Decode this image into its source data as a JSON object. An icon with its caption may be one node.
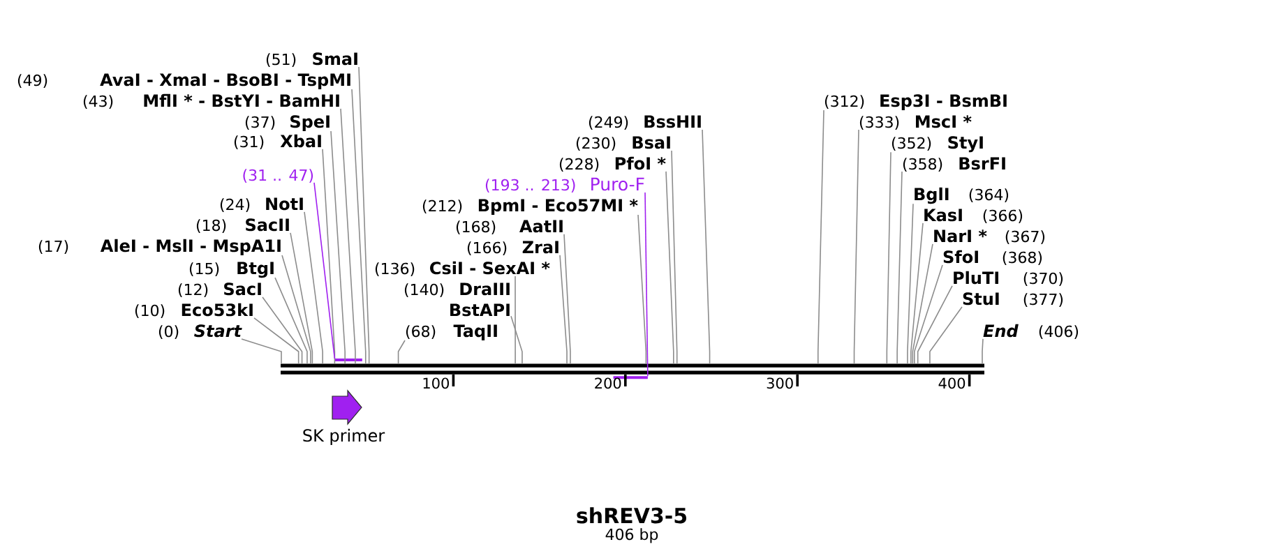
{
  "diagram": {
    "title": "shREV3-5",
    "caption": "406 bp",
    "nodes": [
      {
        "text": [
          "(51)",
          "SmaI"
        ]
      },
      {
        "text": [
          "(49)",
          "AvaI - XmaI - BsoBI - TspMI"
        ]
      },
      {
        "text": [
          "(43)",
          "MflI * - BstYI - BamHI"
        ]
      },
      {
        "text": [
          "(37)",
          "SpeI"
        ]
      },
      {
        "text": [
          "(31)",
          "XbaI"
        ]
      },
      {
        "text": [
          "(31 .. 47)"
        ]
      },
      {
        "text": [
          "(24)",
          "NotI"
        ]
      },
      {
        "text": [
          "(18)",
          "SacII"
        ]
      },
      {
        "text": [
          "(17)",
          "AleI - MslI - MspA1I"
        ]
      },
      {
        "text": [
          "(15)",
          "BtgI"
        ]
      },
      {
        "text": [
          "(12)",
          "SacI"
        ]
      },
      {
        "text": [
          "(10)",
          "Eco53kI"
        ]
      },
      {
        "text": [
          "(0)",
          "Start"
        ]
      },
      {
        "text": [
          "(136)",
          "CsiI - SexAI *"
        ]
      },
      {
        "text": [
          "(68)",
          "TaqII"
        ]
      },
      {
        "text": [
          "(140)",
          "DraIII",
          "BstAPI"
        ]
      },
      {
        "text": [
          "(193 .. 213)",
          "Puro-F"
        ]
      },
      {
        "text": [
          "(212)",
          "BpmI - Eco57MI *"
        ]
      },
      {
        "text": [
          "(168)",
          "AatII"
        ]
      },
      {
        "text": [
          "(166)",
          "ZraI"
        ]
      },
      {
        "text": [
          "(312)",
          "Esp3I - BsmBI"
        ]
      },
      {
        "text": [
          "(249)",
          "BssHII"
        ]
      },
      {
        "text": [
          "(230)",
          "BsaI"
        ]
      },
      {
        "text": [
          "(228)",
          "PfoI *"
        ]
      },
      {
        "text": [
          "(358)",
          "BsrFI"
        ]
      },
      {
        "text": [
          "(352)",
          "StyI"
        ]
      },
      {
        "text": [
          "(333)",
          "MscI *"
        ]
      },
      {
        "text": [
          "BglI",
          "(364)"
        ]
      },
      {
        "text": [
          "KasI",
          "(366)"
        ]
      },
      {
        "text": [
          "NarI *",
          "(367)"
        ]
      },
      {
        "text": [
          "SfoI",
          "(368)"
        ]
      },
      {
        "text": [
          "PluTI",
          "(370)"
        ]
      },
      {
        "text": [
          "StuI",
          "(377)"
        ]
      },
      {
        "text": [
          "End",
          "(406)"
        ]
      },
      {
        "text": [],
        "shape": "bar"
      },
      {
        "text": [],
        "shape": "bar"
      },
      {
        "text": [],
        "shape": "bar"
      },
      {
        "text": [
          "SK primer"
        ]
      }
    ],
    "edges": [
      {
        "from": 0,
        "to": 34,
        "arrow": "none"
      },
      {
        "from": 1,
        "to": 34,
        "arrow": "none"
      },
      {
        "from": 2,
        "to": 34,
        "arrow": "none"
      },
      {
        "from": 3,
        "to": 34,
        "arrow": "none"
      },
      {
        "from": 4,
        "to": 34,
        "arrow": "none"
      },
      {
        "from": 5,
        "to": 35,
        "arrow": "none",
        "color": "#a020f0"
      },
      {
        "from": 6,
        "to": 34,
        "arrow": "none"
      },
      {
        "from": 7,
        "to": 34,
        "arrow": "none"
      },
      {
        "from": 8,
        "to": 34,
        "arrow": "none"
      },
      {
        "from": 9,
        "to": 34,
        "arrow": "none"
      },
      {
        "from": 10,
        "to": 34,
        "arrow": "none"
      },
      {
        "from": 11,
        "to": 34,
        "arrow": "none"
      },
      {
        "from": 12,
        "to": 34,
        "arrow": "none"
      },
      {
        "from": 13,
        "to": 34,
        "arrow": "none"
      },
      {
        "from": 14,
        "to": 34,
        "arrow": "none"
      },
      {
        "from": 15,
        "to": 34,
        "arrow": "none"
      },
      {
        "from": 16,
        "to": 36,
        "arrow": "none",
        "color": "#a020f0"
      },
      {
        "from": 17,
        "to": 34,
        "arrow": "none"
      },
      {
        "from": 18,
        "to": 34,
        "arrow": "none"
      },
      {
        "from": 19,
        "to": 34,
        "arrow": "none"
      },
      {
        "from": 20,
        "to": 34,
        "arrow": "none"
      },
      {
        "from": 21,
        "to": 34,
        "arrow": "none"
      },
      {
        "from": 22,
        "to": 34,
        "arrow": "none"
      },
      {
        "from": 23,
        "to": 34,
        "arrow": "none"
      },
      {
        "from": 24,
        "to": 34,
        "arrow": "none"
      },
      {
        "from": 25,
        "to": 34,
        "arrow": "none"
      },
      {
        "from": 26,
        "to": 34,
        "arrow": "none"
      },
      {
        "from": 27,
        "to": 34,
        "arrow": "none"
      },
      {
        "from": 28,
        "to": 34,
        "arrow": "none"
      },
      {
        "from": 29,
        "to": 34,
        "arrow": "none"
      },
      {
        "from": 30,
        "to": 34,
        "arrow": "none"
      },
      {
        "from": 31,
        "to": 34,
        "arrow": "none"
      },
      {
        "from": 32,
        "to": 34,
        "arrow": "none"
      },
      {
        "from": 33,
        "to": 34,
        "arrow": "none"
      }
    ],
    "labels": [
      "100",
      "200",
      "300",
      "400"
    ]
  }
}
